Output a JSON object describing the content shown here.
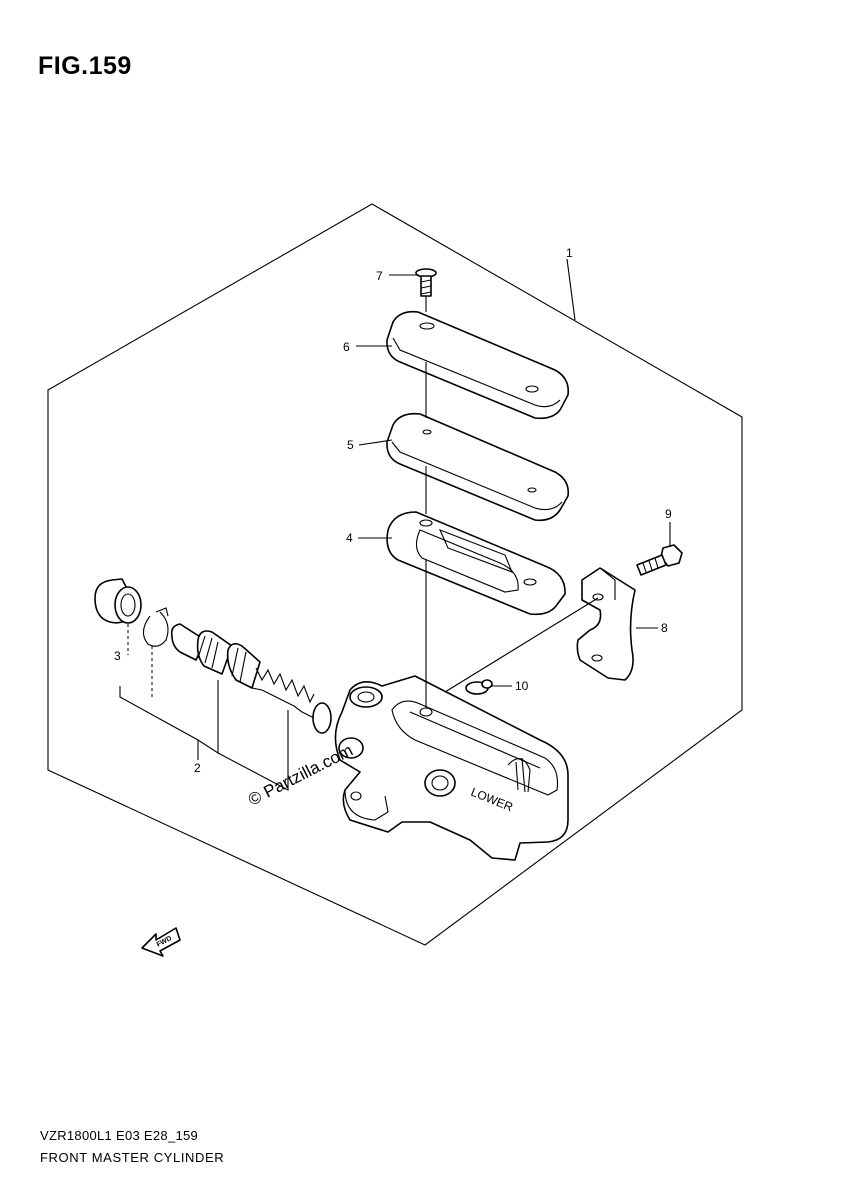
{
  "figure": {
    "title": "FIG.159",
    "model_code": "VZR1800L1 E03 E28_159",
    "section_name": "FRONT MASTER CYLINDER",
    "watermark": "© Partzilla.com",
    "fwd_label": "FWD",
    "lower_mark": "LOWER"
  },
  "callouts": [
    {
      "num": "1"
    },
    {
      "num": "2"
    },
    {
      "num": "3"
    },
    {
      "num": "4"
    },
    {
      "num": "5"
    },
    {
      "num": "6"
    },
    {
      "num": "7"
    },
    {
      "num": "8"
    },
    {
      "num": "9"
    },
    {
      "num": "10"
    }
  ]
}
